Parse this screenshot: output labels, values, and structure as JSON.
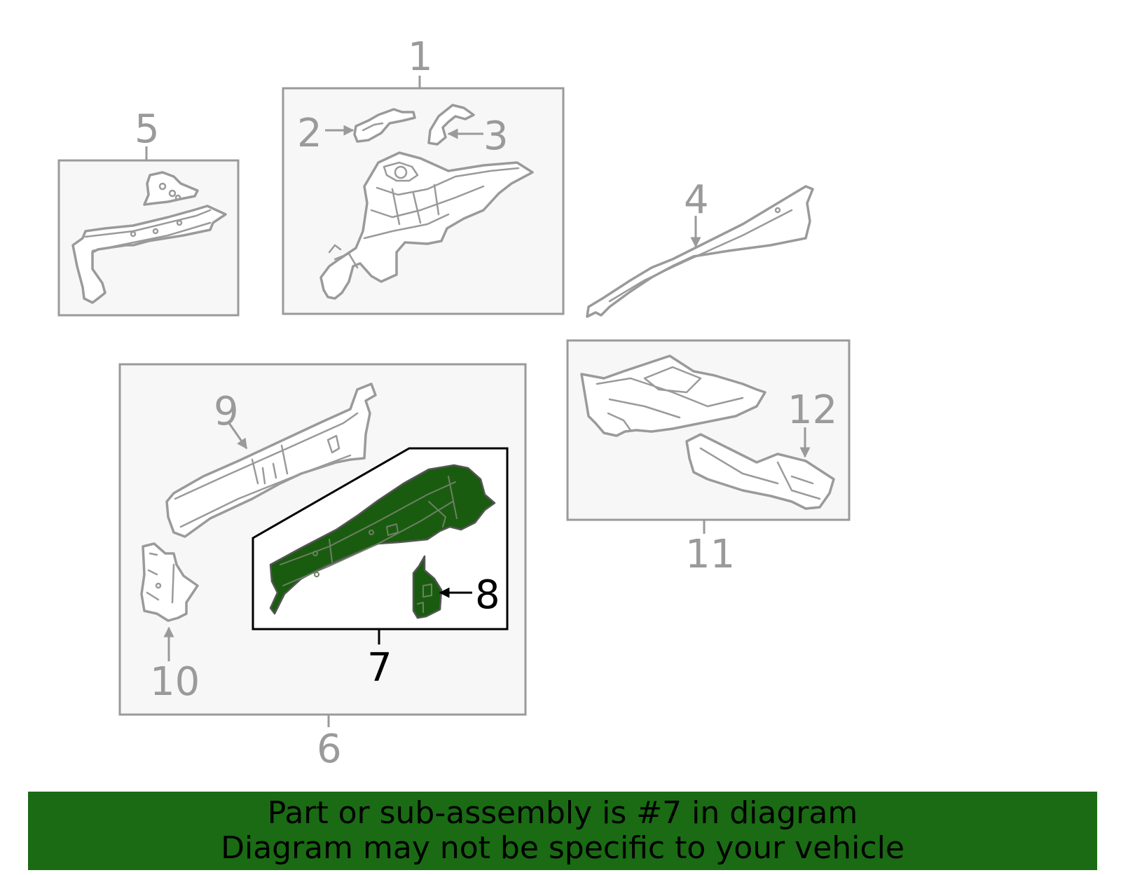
{
  "callouts": {
    "c1": "1",
    "c2": "2",
    "c3": "3",
    "c4": "4",
    "c5": "5",
    "c6": "6",
    "c7": "7",
    "c8": "8",
    "c9": "9",
    "c10": "10",
    "c11": "11",
    "c12": "12"
  },
  "highlight": {
    "part_number": "7",
    "color": "#1a6b14",
    "part_fill": "#1a5c0f"
  },
  "banner": {
    "line1": "Part or sub-assembly is #7 in diagram",
    "line2": "Diagram may not be specific to your vehicle"
  }
}
